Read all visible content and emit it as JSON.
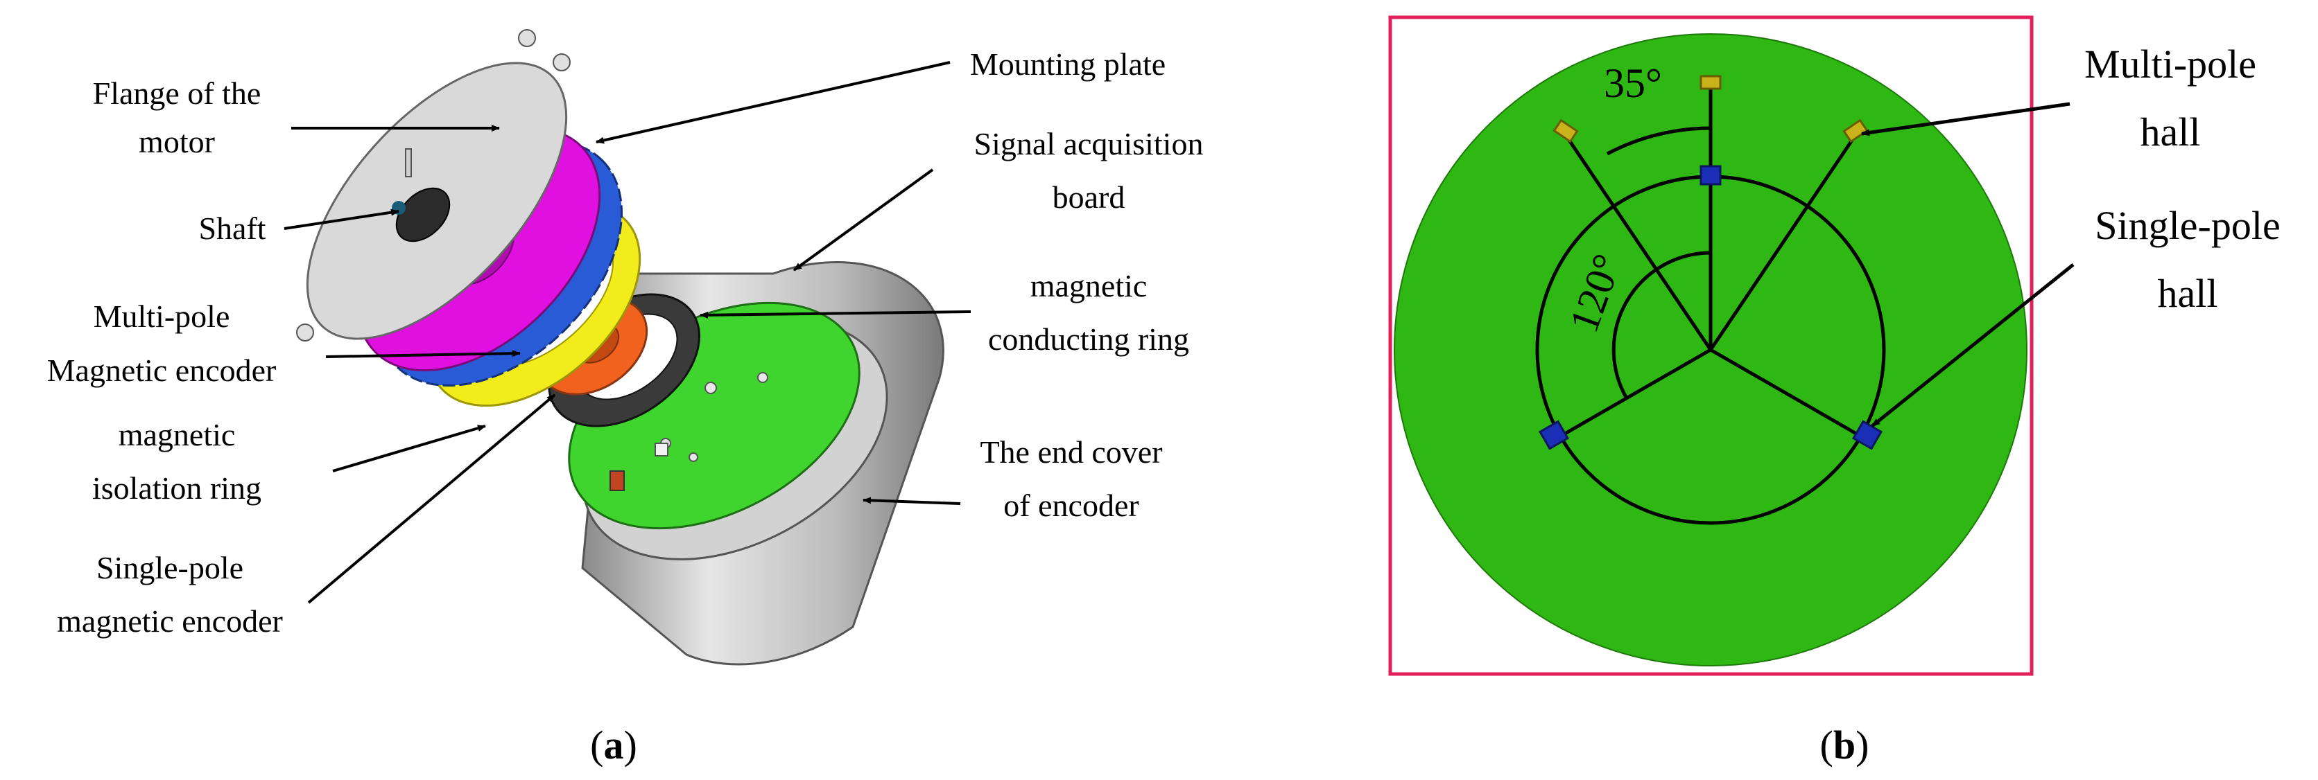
{
  "panel_a": {
    "caption_open": "(",
    "caption_letter": "a",
    "caption_close": ")",
    "labels": {
      "flange_line1": "Flange of the",
      "flange_line2": "motor",
      "shaft": "Shaft",
      "multipole_line1": "Multi-pole",
      "multipole_line2": "Magnetic encoder",
      "isolation_line1": "magnetic",
      "isolation_line2": "isolation ring",
      "singlepole_line1": "Single-pole",
      "singlepole_line2": "magnetic encoder",
      "mounting_plate": "Mounting plate",
      "signal_line1": "Signal acquisition",
      "signal_line2": "board",
      "conducting_line1": "magnetic",
      "conducting_line2": "conducting ring",
      "endcover_line1": "The end cover",
      "endcover_line2": "of encoder"
    },
    "colors": {
      "flange": "#d9d9d9",
      "mounting_plate": "#e010e0",
      "multipole_magnets": "#2a5bd7",
      "isolation_ring": "#f2ec1c",
      "conducting_ring": "#3a3a3a",
      "single_pole_magnet": "#f0621e",
      "signal_board": "#3fd42e",
      "end_cover": "#bdbdbd"
    }
  },
  "panel_b": {
    "caption_open": "(",
    "caption_letter": "b",
    "caption_close": ")",
    "angle_35": "35°",
    "angle_120": "120°",
    "labels": {
      "multipole_line1": "Multi-pole",
      "multipole_line2": "hall",
      "singlepole_line1": "Single-pole",
      "singlepole_line2": "hall"
    },
    "colors": {
      "frame": "#e0205a",
      "disc": "#2fb814",
      "multi_pole_hall": "#c9b21a",
      "single_pole_hall": "#1a2fb5"
    }
  }
}
